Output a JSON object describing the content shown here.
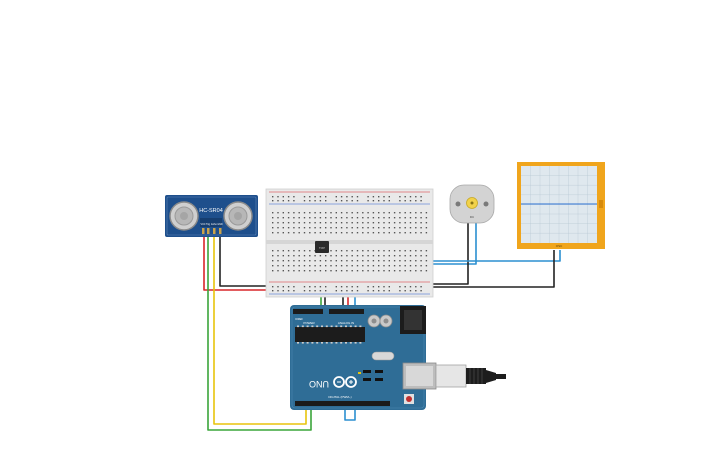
{
  "components": {
    "sensor": {
      "model": "HC-SR04",
      "pins": [
        "VCC",
        "Trig",
        "Echo",
        "GND"
      ]
    },
    "breadboard": {
      "rows": 30
    },
    "sensor_ic": {
      "label": "TMP"
    },
    "motor": {
      "label": "DC"
    },
    "oscilloscope": {
      "label": "OSC"
    },
    "arduino": {
      "brand": "UNO",
      "power_label": "POWER",
      "analog_label": "ANALOG IN",
      "digital_label": "DIGITAL (PWM~)",
      "ioref_label": "IOREF"
    }
  },
  "wire_colors": {
    "red": "#d9262a",
    "black": "#222222",
    "green": "#3aa53a",
    "yellow": "#e8c40c",
    "blue": "#2b8fd0"
  },
  "colors": {
    "board_blue": "#2f6d96",
    "board_dark": "#1f4f70",
    "sensor_blue": "#1e4f8c",
    "osc_frame": "#f0a51c",
    "osc_screen": "#dfe8ee"
  }
}
